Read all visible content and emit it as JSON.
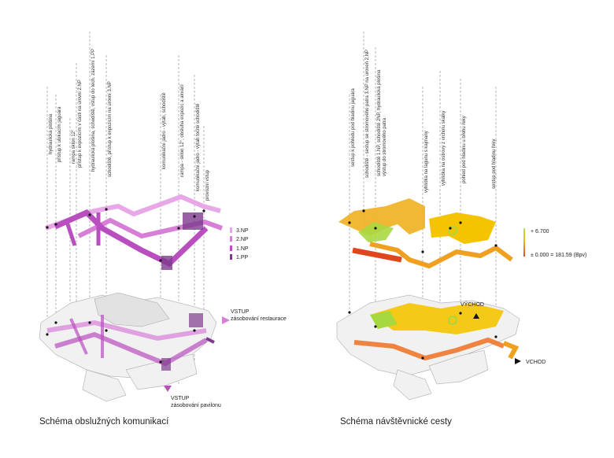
{
  "left_panel": {
    "title": "Schéma obslužných komunikací",
    "callouts": [
      "hydraulická plošina",
      "přístup k ubikacím jaguára",
      "rampa sklon 12°",
      "přístup k expozicím v části  na úrovni 2.NP",
      "hydraulická plošina, schodiště, vstup do tech. zázemí 1.PP",
      "schodiště, přístup k expozicím na úrovni 3.NP",
      "komunikační jádro - výtah, schodiště",
      "rampa - sklon 12°, obsluha expozic a akvárií",
      "komunikační jádro - výtah točité schodiště",
      "provozní vstup"
    ],
    "legend": [
      {
        "label": "3.NP",
        "color": "#e8a8e8"
      },
      {
        "label": "2.NP",
        "color": "#d77fd7"
      },
      {
        "label": "1.NP",
        "color": "#b94fbf"
      },
      {
        "label": "1.PP",
        "color": "#7d3a8c"
      }
    ],
    "entrance_restaurant": {
      "title": "VSTUP",
      "subtitle": "zásobování restaurace"
    },
    "entrance_pavilion": {
      "title": "VSTUP",
      "subtitle": "zásobování pavilonu"
    }
  },
  "right_panel": {
    "title": "Schéma návštěvnické cesty",
    "callouts": [
      "sestup k pohledu pod hladinu jaguára",
      "schodiště - sestup se stromového patra 3.NP na úroveň 2.NP",
      "schodiště 1.NP, schodiště 2NP, hydraulická plošina",
      "výstup do stromového patra",
      "vyhlídka na lagunu s kajmany",
      "vyhlídka na ostrovy z vrcholu skalky",
      "pohled pod hladinu u břehu řeky",
      "sestup pod hladinu řeky"
    ],
    "scale": {
      "top": "+ 6.700",
      "bottom": "± 0.000 = 181.59 (Bpv)",
      "top_color": "#b8e04a",
      "bottom_color": "#e0461e"
    },
    "exit_label": "VÝCHOD",
    "entry_label": "VCHOD"
  }
}
